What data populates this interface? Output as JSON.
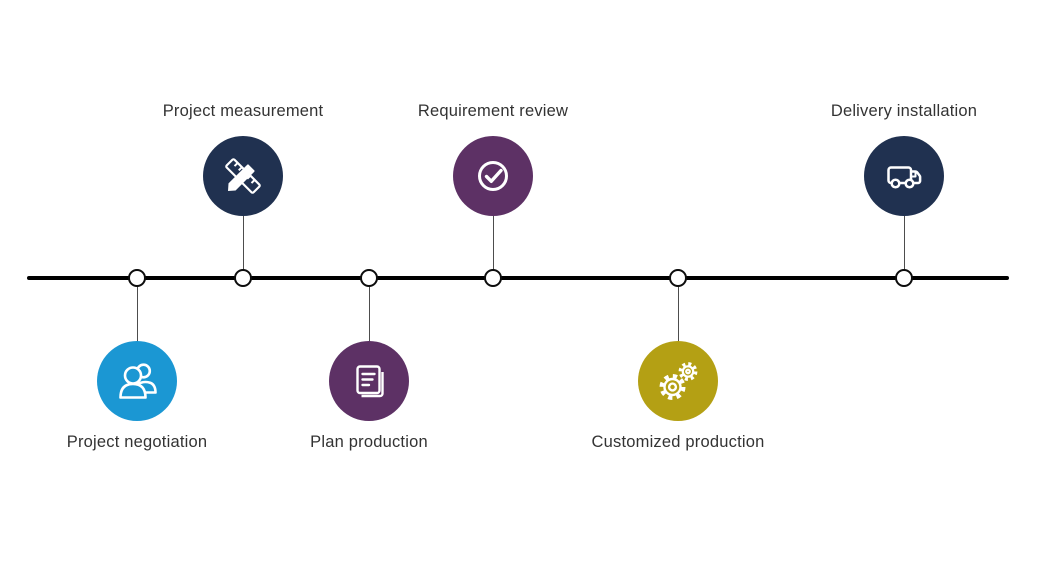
{
  "diagram": {
    "type": "process-timeline",
    "background": "#ffffff",
    "line_color": "#000000",
    "connector_color": "#4d4d4d",
    "node": {
      "fill": "#ffffff",
      "border": "#0d0d0d"
    },
    "label_color": "#333333",
    "steps": [
      {
        "label": "Project negotiation",
        "side": "below",
        "color": "#1b97d3",
        "icon": "users-icon"
      },
      {
        "label": "Project measurement",
        "side": "above",
        "color": "#203150",
        "icon": "ruler-pencil-icon"
      },
      {
        "label": "Plan production",
        "side": "below",
        "color": "#5d3165",
        "icon": "document-icon"
      },
      {
        "label": "Requirement review",
        "side": "above",
        "color": "#5d3165",
        "icon": "check-circle-icon"
      },
      {
        "label": "Customized production",
        "side": "below",
        "color": "#b4a014",
        "icon": "gears-icon"
      },
      {
        "label": "Delivery installation",
        "side": "above",
        "color": "#203150",
        "icon": "truck-icon"
      }
    ]
  }
}
